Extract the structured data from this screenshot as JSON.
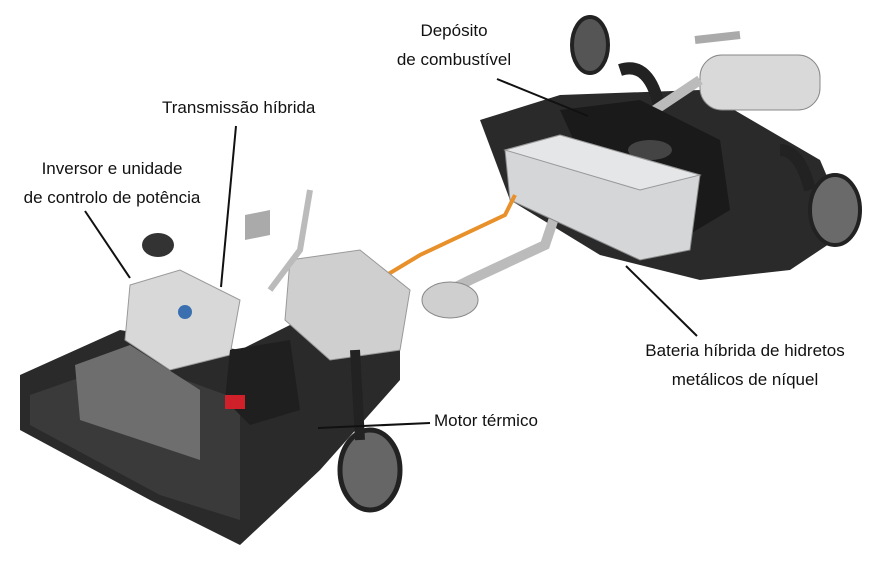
{
  "labels": {
    "fuel_tank": [
      "Depósito",
      "de combustível"
    ],
    "hybrid_transmission": "Transmissão híbrida",
    "inverter": [
      "Inversor e unidade",
      "de controlo de potência"
    ],
    "battery": [
      "Bateria híbrida de hidretos",
      "metálicos de níquel"
    ],
    "engine": "Motor térmico"
  },
  "colors": {
    "orange_cable": "#e8902a",
    "battery_silver": "#d4d6d8",
    "chassis_dark": "#1c1c1c",
    "engine_silver": "#c8c8c8",
    "red_terminal": "#d0202a"
  }
}
